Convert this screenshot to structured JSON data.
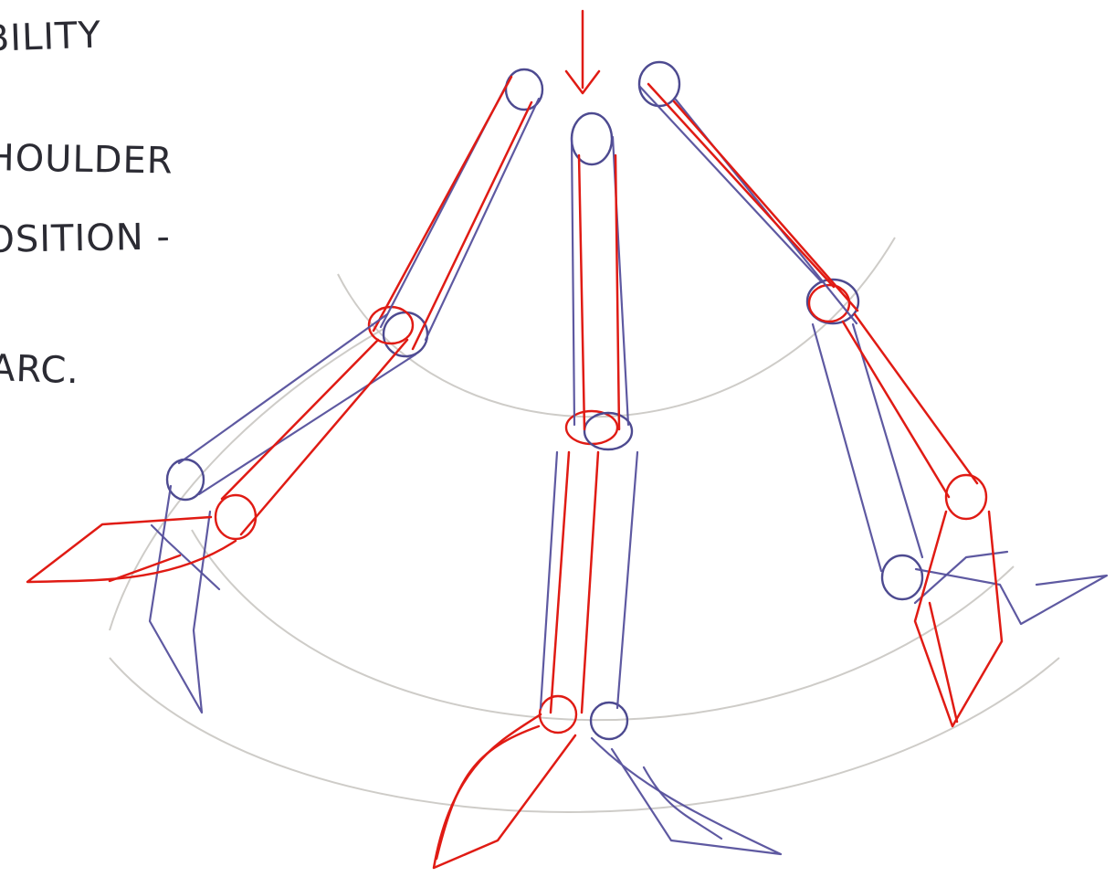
{
  "sketch": {
    "notes": [
      {
        "label": "BILITY"
      },
      {
        "label": "HOULDER"
      },
      {
        "label": "OSITION -"
      },
      {
        "label": "ARC."
      }
    ],
    "colors": {
      "primary_line": "#55509c",
      "accent_line": "#e01b14",
      "guide_line": "#c9c7c2",
      "background": "#ffffff"
    }
  }
}
